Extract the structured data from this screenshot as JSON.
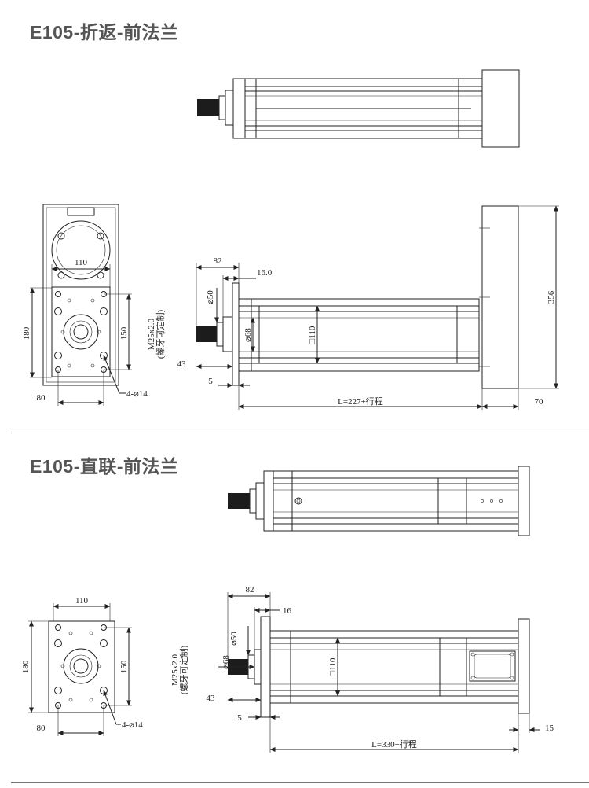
{
  "sections": [
    {
      "title": "E105-折返-前法兰",
      "front": {
        "d110": "110",
        "d180": "180",
        "d150": "150",
        "d80": "80",
        "holes": "4-⌀14"
      },
      "side": {
        "d82": "82",
        "d16": "16.0",
        "d50": "⌀50",
        "d68": "⌀68",
        "d110": "□110",
        "d43": "43",
        "d5": "5",
        "thread": "M25x2.0",
        "thread_note": "(螺牙可定制)",
        "length": "L=227+行程",
        "d356": "356",
        "d70": "70"
      }
    },
    {
      "title": "E105-直联-前法兰",
      "front": {
        "d110": "110",
        "d180": "180",
        "d150": "150",
        "d80": "80",
        "holes": "4-⌀14"
      },
      "side": {
        "d82": "82",
        "d16": "16",
        "d50": "⌀50",
        "d68": "⌀68",
        "d110": "□110",
        "d43": "43",
        "d5": "5",
        "thread": "M25x2.0",
        "thread_note": "(螺牙可定制)",
        "length": "L=330+行程",
        "d15": "15"
      }
    }
  ]
}
